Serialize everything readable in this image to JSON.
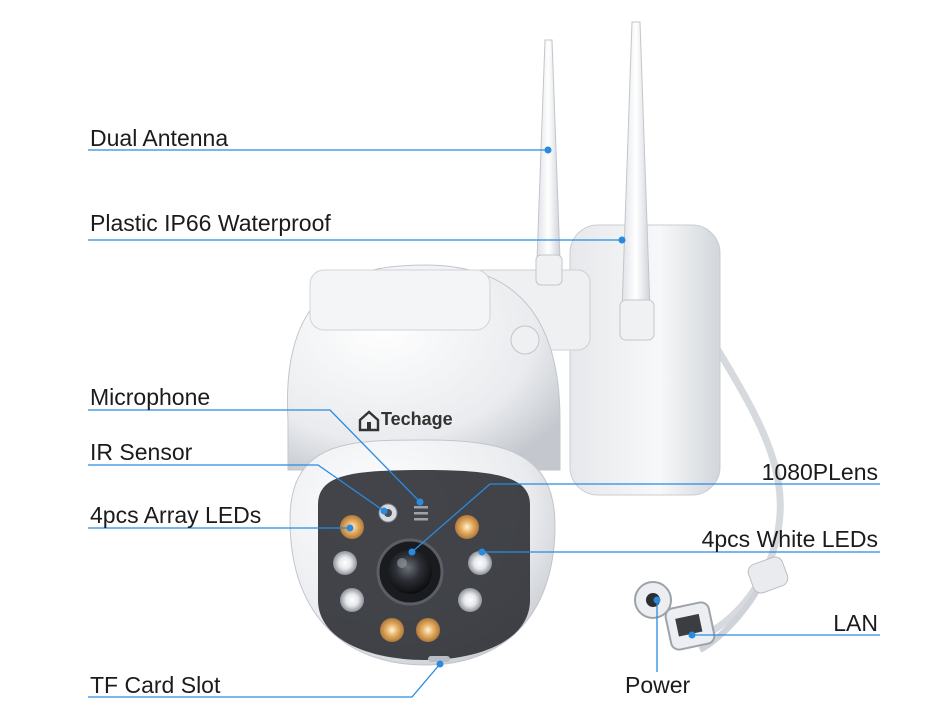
{
  "brand": {
    "text": "Techage"
  },
  "callouts": {
    "dual_antenna": "Dual Antenna",
    "waterproof": "Plastic IP66 Waterproof",
    "microphone": "Microphone",
    "ir_sensor": "IR Sensor",
    "array_leds": "4pcs Array LEDs",
    "tf_card_slot": "TF Card Slot",
    "lens": "1080PLens",
    "white_leds": "4pcs White LEDs",
    "lan": "LAN",
    "power": "Power"
  },
  "colors": {
    "leader_line": "#2a8ae0",
    "label_text": "#1b1b1b",
    "camera_body": "#f1f2f4",
    "body_shadow": "#c9ccd1",
    "array_led": "#d9a45b",
    "white_led": "#e8eaed"
  }
}
